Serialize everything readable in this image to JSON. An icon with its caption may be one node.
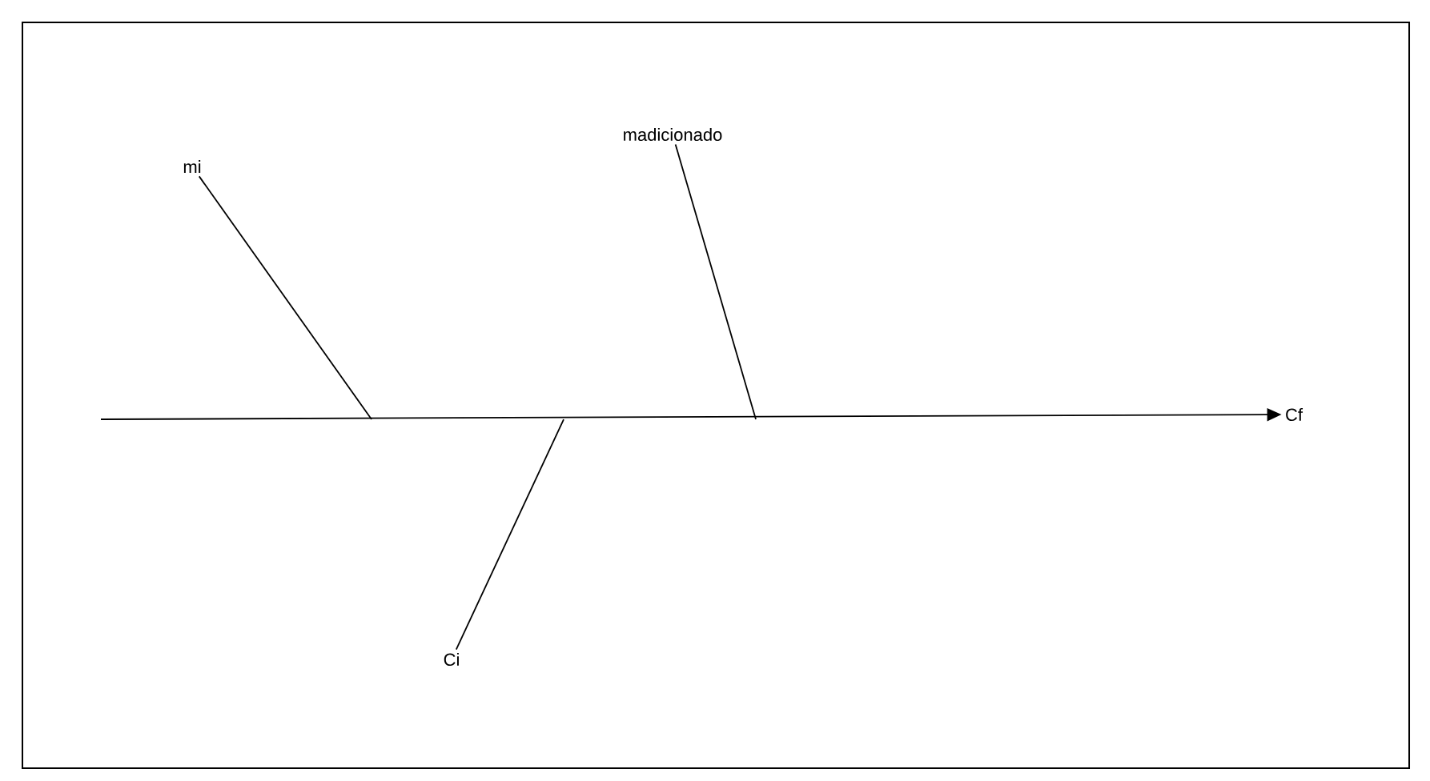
{
  "diagram": {
    "nodes": [
      {
        "text": [
          "mi"
        ]
      },
      {
        "text": [
          "madicionado"
        ]
      },
      {
        "text": [
          "Ci"
        ]
      },
      {
        "text": [
          "Cf"
        ]
      }
    ],
    "edges": [
      {
        "from": null,
        "to": 3,
        "arrow": "to"
      },
      {
        "from": 0,
        "to": null,
        "arrow": "none"
      },
      {
        "from": 1,
        "to": null,
        "arrow": "none"
      },
      {
        "from": 2,
        "to": null,
        "arrow": "none"
      }
    ]
  }
}
